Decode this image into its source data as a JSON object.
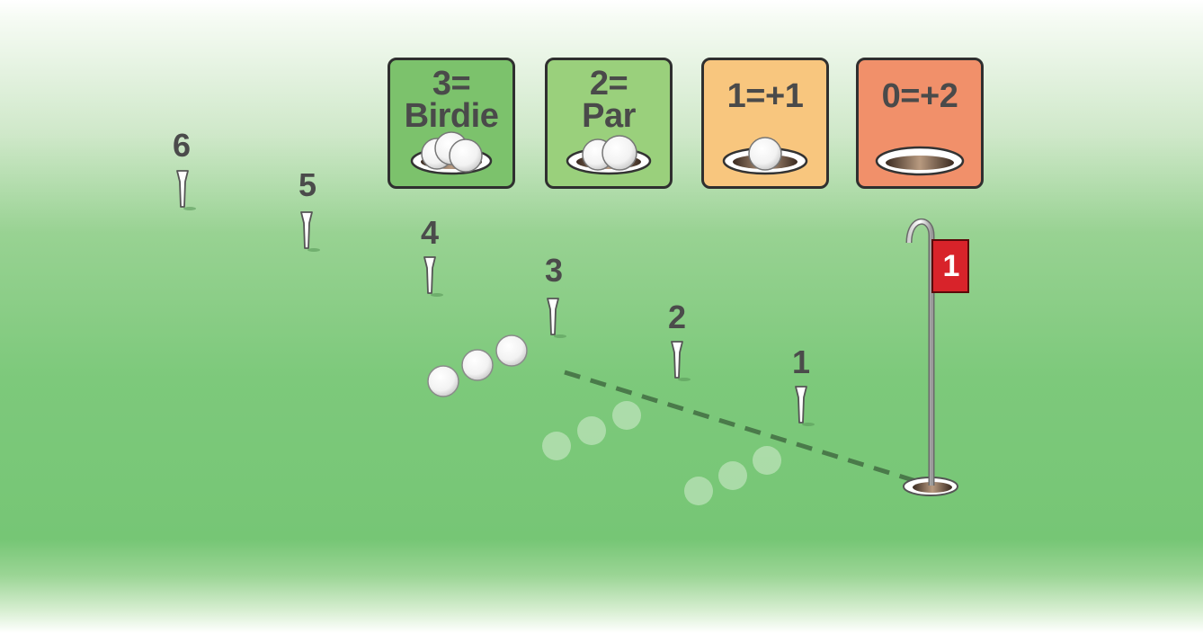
{
  "legend": [
    {
      "id": "birdie",
      "line1": "3=",
      "line2": "Birdie",
      "color": "#7cc26c",
      "balls": 3
    },
    {
      "id": "par",
      "line1": "2=",
      "line2": "Par",
      "color": "#9ad07c",
      "balls": 2
    },
    {
      "id": "bogey",
      "line1": "1=+1",
      "line2": "",
      "color": "#f8c67e",
      "balls": 1
    },
    {
      "id": "double-bogey",
      "line1": "0=+2",
      "line2": "",
      "color": "#f1906a",
      "balls": 0
    }
  ],
  "tees": [
    "1",
    "2",
    "3",
    "4",
    "5",
    "6"
  ],
  "flag": {
    "label": "1",
    "color": "#d8232a"
  },
  "colors": {
    "ball": "#ffffff",
    "ball_faded": "#cfe9c9",
    "putt_line": "#4a7a4a",
    "text": "#4b4b4b"
  }
}
